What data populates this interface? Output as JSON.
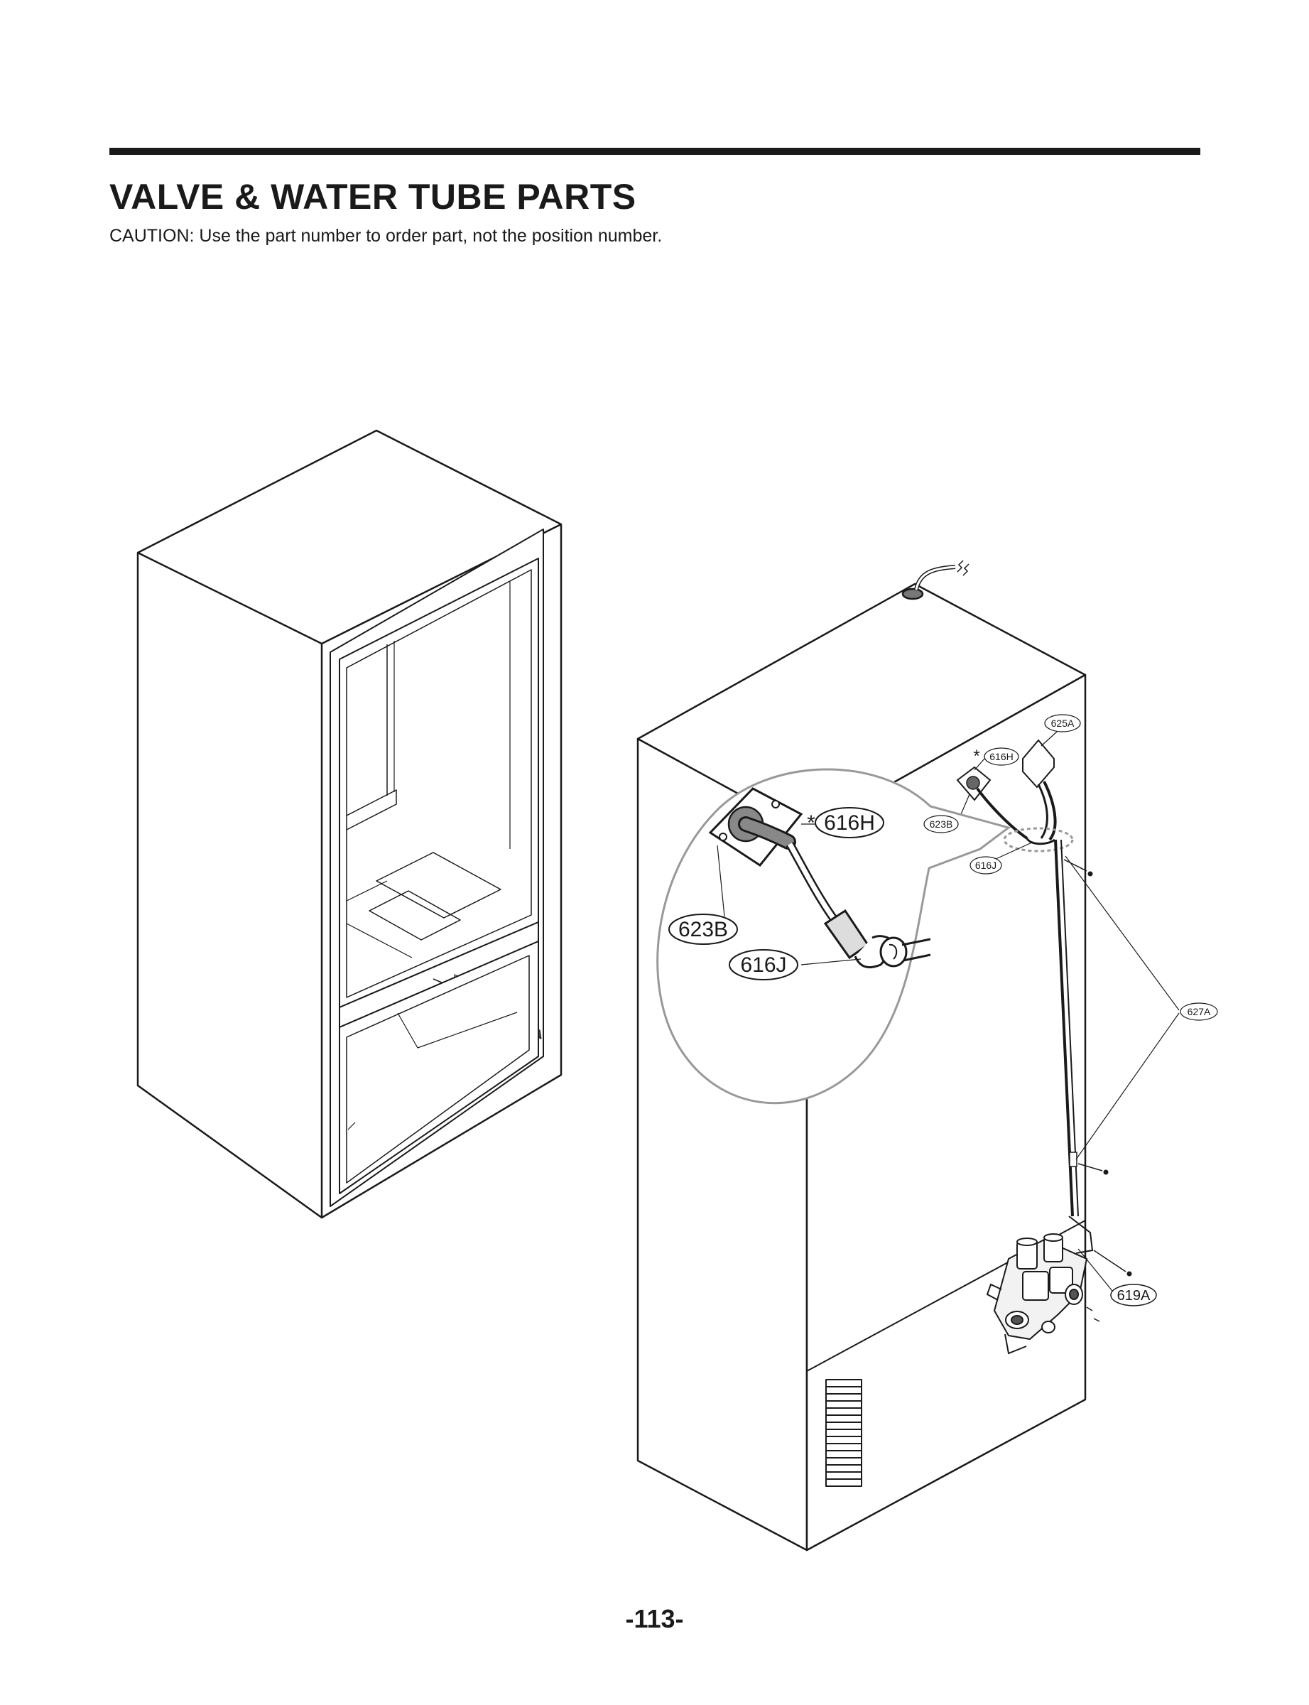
{
  "page": {
    "title": "VALVE & WATER TUBE PARTS",
    "caution": "CAUTION: Use the part number to order part, not the position number.",
    "page_number": "-113-"
  },
  "callouts": {
    "c625A": "625A",
    "c616H_small": "616H",
    "c623B_small": "623B",
    "c616J_small": "616J",
    "c627A": "627A",
    "c619A": "619A",
    "c616H_large": "616H",
    "c623B_large": "623B",
    "c616J_large": "616J",
    "asterisk": "*"
  }
}
